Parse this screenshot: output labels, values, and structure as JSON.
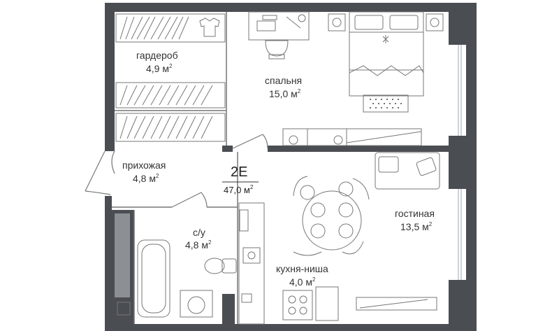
{
  "apartment": {
    "code": "2E",
    "area": "47,0 м",
    "area_unit_sup": "2"
  },
  "rooms": [
    {
      "name": "гардероб",
      "area": "4,9 м",
      "sup": "2"
    },
    {
      "name": "спальня",
      "area": "15,0 м",
      "sup": "2"
    },
    {
      "name": "прихожая",
      "area": "4,8 м",
      "sup": "2"
    },
    {
      "name": "с/у",
      "area": "4,8 м",
      "sup": "2"
    },
    {
      "name": "гостиная",
      "area": "13,5 м",
      "sup": "2"
    },
    {
      "name": "кухня-ниша",
      "area": "4,0 м",
      "sup": "2"
    }
  ],
  "colors": {
    "wall": "#4a4d52",
    "line": "#777777",
    "accent_fill": "#f3f3f3",
    "window": "#dfe6ea",
    "rug_dots": "#444444"
  }
}
